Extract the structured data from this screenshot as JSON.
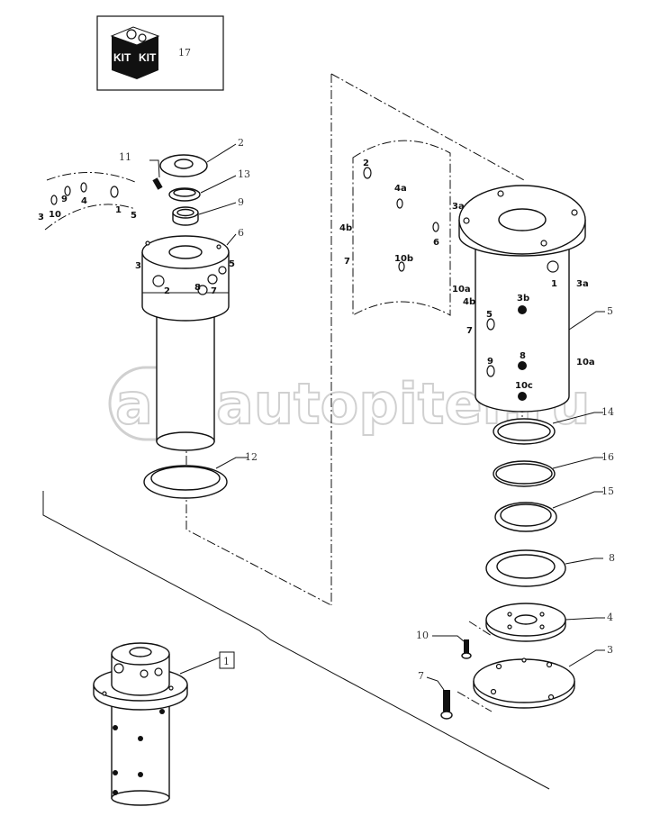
{
  "kit_box": {
    "label_left": "KIT",
    "label_right": "KIT",
    "callout": "17"
  },
  "callouts": [
    "2",
    "13",
    "9",
    "6",
    "11",
    "12",
    "1",
    "14",
    "16",
    "15",
    "8",
    "4",
    "3",
    "5",
    "10",
    "7"
  ],
  "ports_small_detail": [
    "3",
    "10",
    "9",
    "4",
    "1",
    "5"
  ],
  "ports_rotor": [
    "3",
    "5",
    "2",
    "8",
    "7"
  ],
  "ports_housing_detail": [
    "2",
    "4a",
    "3a",
    "4b",
    "6",
    "7",
    "10b",
    "10a"
  ],
  "ports_housing": [
    "1",
    "3a",
    "3b",
    "4b",
    "5",
    "7",
    "9",
    "8",
    "10c",
    "10a"
  ],
  "watermark": "autopiter.ru"
}
